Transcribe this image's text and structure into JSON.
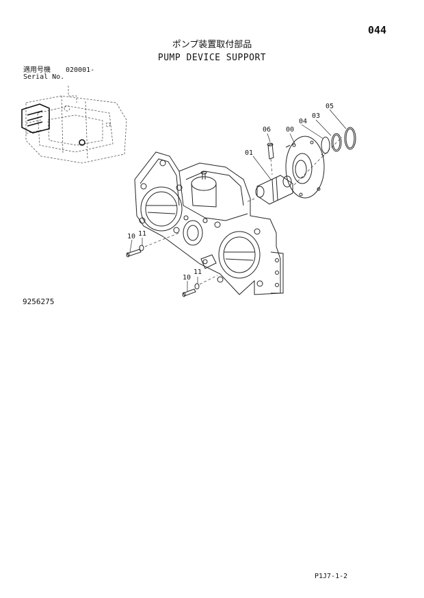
{
  "page": {
    "page_number": "044",
    "title_jp": "ポンプ装置取付部品",
    "title_en": "PUMP DEVICE SUPPORT",
    "serial_label_jp": "適用号機",
    "serial_value": "020001-",
    "serial_label_en": "Serial No.",
    "reference_number": "9256275",
    "footer_code": "P1J7-1-2"
  },
  "callouts": [
    "06",
    "00",
    "03",
    "05",
    "04",
    "01",
    "10",
    "11",
    "10",
    "11"
  ]
}
